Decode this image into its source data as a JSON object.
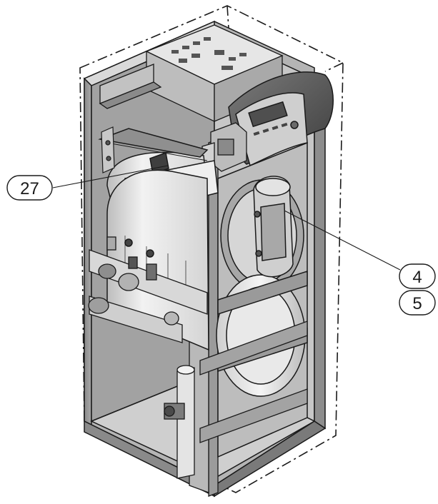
{
  "callouts": [
    {
      "id": "callout-27",
      "label": "27"
    },
    {
      "id": "callout-4",
      "label": "4"
    },
    {
      "id": "callout-5",
      "label": "5"
    }
  ],
  "colors": {
    "background": "#ffffff",
    "line": "#1a1a1a",
    "panel": "#9a9a9a",
    "panel_dark": "#6e6e6e",
    "panel_light": "#cfcfcf",
    "cylinder": "#e9e9e9",
    "display": "#4f4f4f"
  }
}
